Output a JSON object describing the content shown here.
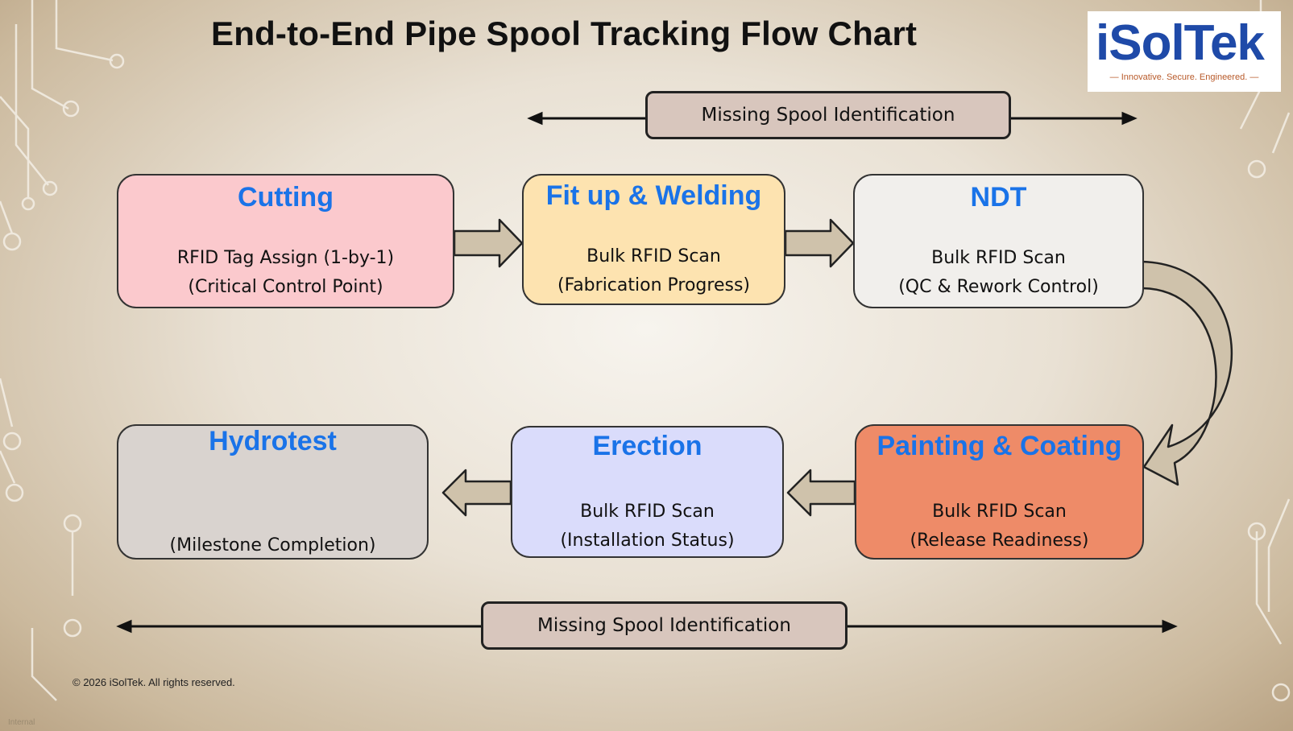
{
  "title": "End-to-End Pipe Spool Tracking Flow Chart",
  "logo": {
    "text": "iSolTek",
    "tagline": "— Innovative. Secure. Engineered. —"
  },
  "banners": {
    "top": "Missing Spool Identification",
    "bottom": "Missing Spool Identification"
  },
  "steps": {
    "cutting": {
      "title": "Cutting",
      "line1": "RFID Tag Assign (1-by-1)",
      "line2": "(Critical Control Point)",
      "color": "#fbc9cd"
    },
    "fitup": {
      "title": "Fit up & Welding",
      "line1": "Bulk RFID Scan",
      "line2": "(Fabrication Progress)",
      "color": "#fde3b0"
    },
    "ndt": {
      "title": "NDT",
      "line1": "Bulk RFID Scan",
      "line2": "(QC & Rework Control)",
      "color": "#f1efec"
    },
    "painting": {
      "title": "Painting & Coating",
      "line1": "Bulk RFID Scan",
      "line2": "(Release Readiness)",
      "color": "#ee8b68"
    },
    "erection": {
      "title": "Erection",
      "line1": "Bulk RFID Scan",
      "line2": "(Installation Status)",
      "color": "#dadcfb"
    },
    "hydrotest": {
      "title": "Hydrotest",
      "line1": "",
      "line2": "(Milestone Completion)",
      "color": "#d9d3cf"
    }
  },
  "footer": {
    "copyright": "© 2026 iSolTek. All rights reserved.",
    "label": "Internal"
  },
  "colors": {
    "heading": "#1a73e8",
    "arrow_fill": "#cfc2ab",
    "banner": "#d8c6bd"
  }
}
